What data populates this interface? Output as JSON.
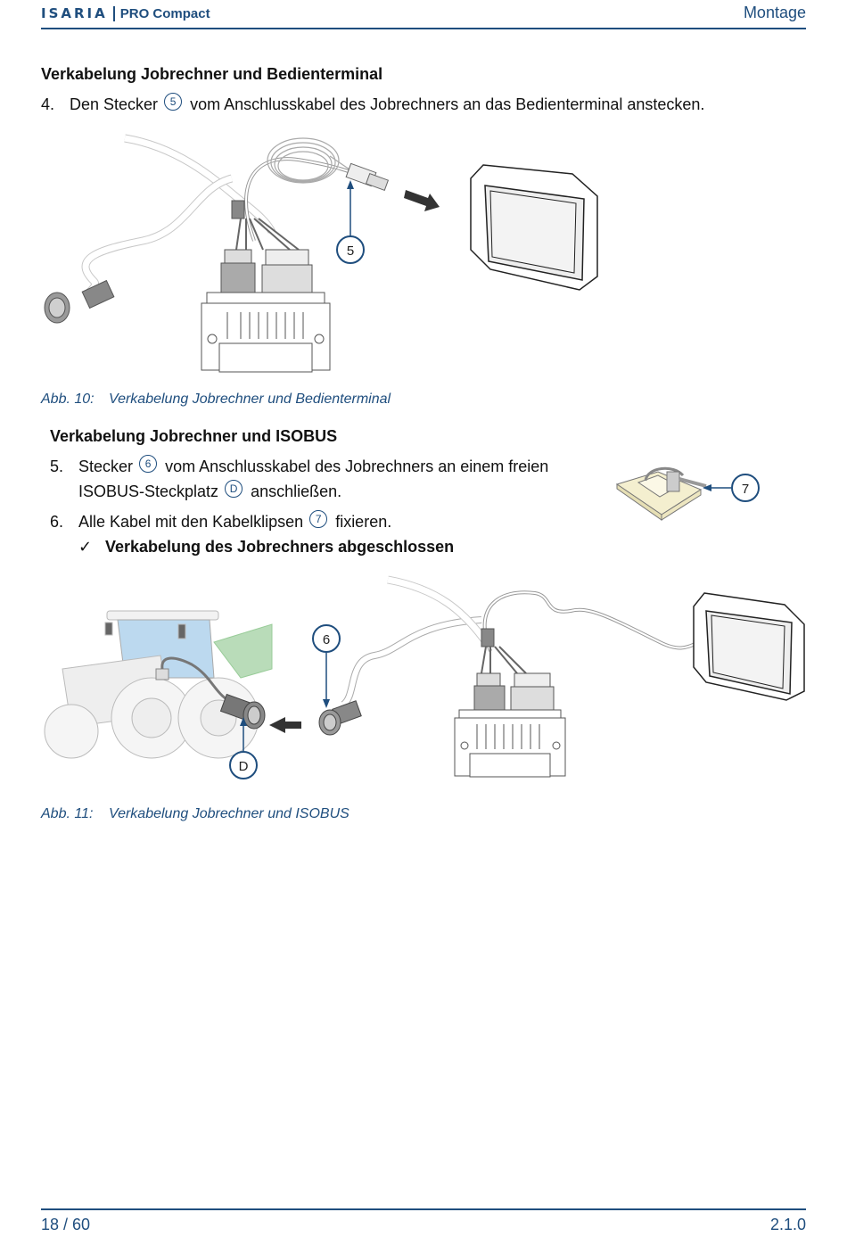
{
  "header": {
    "brand": "ISARIA",
    "product": "PRO Compact",
    "chapter": "Montage"
  },
  "section1": {
    "title": "Verkabelung Jobrechner und Bedienterminal",
    "steps": [
      {
        "number": "4.",
        "text_before": "Den Stecker",
        "callout": "5",
        "text_after": "vom Anschlusskabel des Jobrechners an das Bedienterminal anstecken."
      }
    ],
    "figure": {
      "label": "Abb. 10:",
      "caption": "Verkabelung Jobrechner und Bedienterminal",
      "callouts": [
        "5"
      ]
    }
  },
  "section2": {
    "title": "Verkabelung Jobrechner und ISOBUS",
    "steps": [
      {
        "number": "5.",
        "text_before": "Stecker",
        "callout": "6",
        "text_mid": "vom Anschlusskabel des Jobrechners an einem freien",
        "line2_before": "ISOBUS-Steckplatz",
        "callout2": "D",
        "text_after": "anschließen."
      },
      {
        "number": "6.",
        "text_before": "Alle Kabel mit den Kabelklipsen",
        "callout": "7",
        "text_after": "fixieren."
      }
    ],
    "result": {
      "icon": "check-icon",
      "symbol": "✓",
      "text": "Verkabelung des Jobrechners abgeschlossen"
    },
    "clip_figure": {
      "callout": "7"
    },
    "figure": {
      "label": "Abb. 11:",
      "caption": "Verkabelung Jobrechner und ISOBUS",
      "callouts": [
        "6",
        "D"
      ]
    }
  },
  "footer": {
    "page": "18 / 60",
    "version": "2.1.0"
  },
  "colors": {
    "accent": "#1f4e7e",
    "cab_glass": "#bcd9ef",
    "spreader": "#9fcf9f",
    "clip": "#f4efcf"
  }
}
